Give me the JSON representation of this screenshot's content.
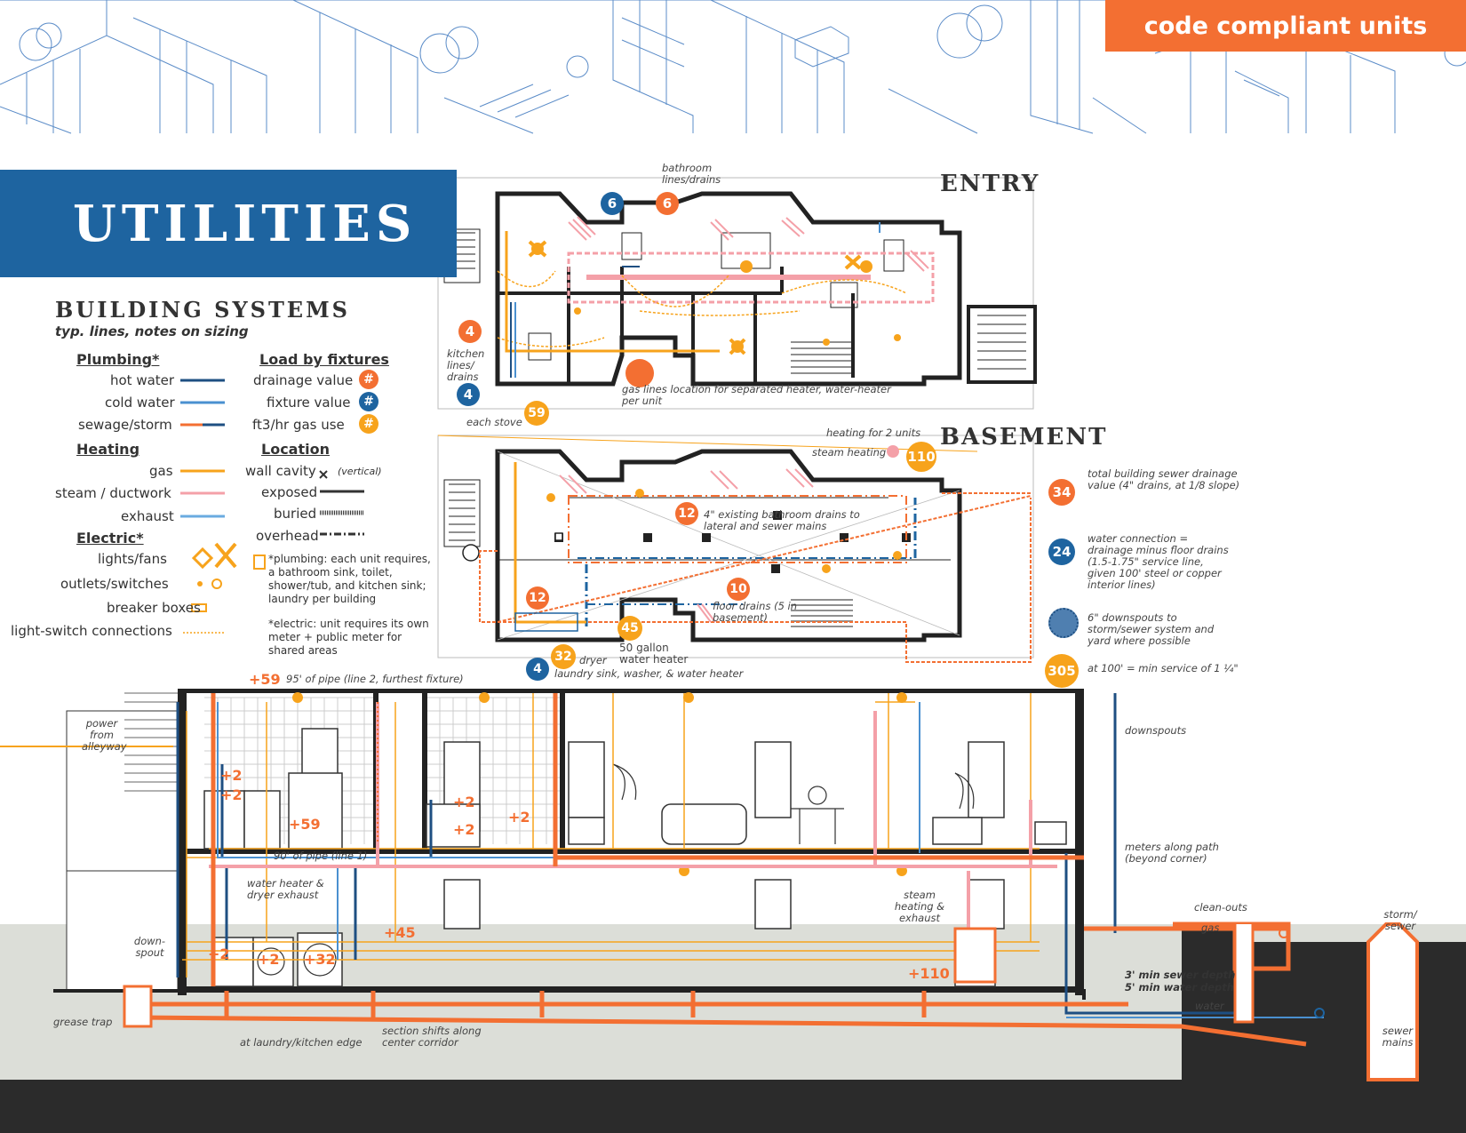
{
  "header": {
    "title": "UTILITIES",
    "tag": "code compliant units"
  },
  "plans": {
    "entry_label": "ENTRY",
    "basement_label": "BASEMENT"
  },
  "legend": {
    "title": "BUILDING SYSTEMS",
    "subtitle": "typ. lines, notes on sizing",
    "plumbing": {
      "heading": "Plumbing*",
      "hot": "hot water",
      "cold": "cold water",
      "sewage": "sewage/storm"
    },
    "heating": {
      "heading": "Heating",
      "gas": "gas",
      "steam": "steam / ductwork",
      "exhaust": "exhaust"
    },
    "electric": {
      "heading": "Electric*",
      "lights": "lights/fans",
      "outlets": "outlets/switches",
      "breaker": "breaker boxes",
      "switch_conn": "light-switch connections"
    },
    "load": {
      "heading": "Load by fixtures",
      "drainage": "drainage value",
      "fixture": "fixture value",
      "gas_use": "ft3/hr gas use",
      "badge_symbol": "#"
    },
    "location": {
      "heading": "Location",
      "wall": "wall cavity",
      "wall_note": "(vertical)",
      "exposed": "exposed",
      "buried": "buried",
      "overhead": "overhead"
    },
    "plumbing_note": "*plumbing: each unit requires, a bathroom sink, toilet, shower/tub, and kitchen sink; laundry per building",
    "electric_note": "*electric: unit requires its own meter + public meter for shared areas",
    "colors": {
      "hot": "#1e4f82",
      "cold": "#4a90d0",
      "sewage": "#f36f32",
      "gas": "#f7a31c",
      "steam": "#f4a0a8",
      "exhaust": "#6aabe0",
      "blue_title": "#1e64a0"
    }
  },
  "entry_notes": {
    "bathroom": "bathroom lines/drains",
    "kitchen": "kitchen lines/ drains",
    "gas_lines": "gas lines location for separated heater, water-heater per unit",
    "each_stove": "each stove",
    "badges": {
      "b6": "6",
      "o6": "6",
      "o4": "4",
      "b4": "4",
      "g59": "59"
    }
  },
  "basement_notes": {
    "heating_units": "heating for 2 units",
    "steam": "steam heating",
    "drains": "4\" existing bathroom drains to lateral and sewer mains",
    "floor_drains": "floor drains (5 in basement)",
    "dryer": "dryer",
    "gallon": "50 gallon water heater",
    "laundry": "laundry sink, washer, & water heater",
    "badges": {
      "g110": "110",
      "o12a": "12",
      "o12b": "12",
      "o10": "10",
      "g45": "45",
      "g32": "32",
      "b4": "4"
    }
  },
  "right_notes": {
    "sewer": {
      "value": "34",
      "text": "total building sewer drainage value (4\" drains, at 1/8 slope)"
    },
    "water": {
      "value": "24",
      "text": "water connection = drainage minus floor drains (1.5-1.75\" service line, given 100' steel or copper interior lines)"
    },
    "downspouts": {
      "text": "6\" downspouts to storm/sewer system and yard where possible"
    },
    "gas": {
      "value": "305",
      "text": "at 100' = min service of 1 ¼\""
    }
  },
  "section": {
    "pipe95": "95' of pipe (line 2, furthest fixture)",
    "pipe90": "90' of pipe (line 1)",
    "power": "power from alleyway",
    "downspout": "down- spout",
    "grease": "grease trap",
    "laundry_edge": "at laundry/kitchen edge",
    "shifts": "section shifts along center corridor",
    "downspouts": "downspouts",
    "meters": "meters along path (beyond corner)",
    "cleanouts": "clean-outs",
    "gas": "gas",
    "storm": "storm/ sewer",
    "sewer_depth": "3' min sewer depth",
    "water_depth": "5' min water depth",
    "water": "water",
    "sewer_mains": "sewer mains",
    "water_heater": "water heater & dryer exhaust",
    "steam_heat": "steam heating & exhaust",
    "loads": {
      "p59top": "+59",
      "p59": "+59",
      "p2a": "+2",
      "p2b": "+2",
      "p2c": "+2",
      "p2d": "+2",
      "p2e": "+2",
      "p2f": "+2",
      "p2g": "+2",
      "p32": "+32",
      "p45": "+45",
      "p110": "+110"
    }
  }
}
